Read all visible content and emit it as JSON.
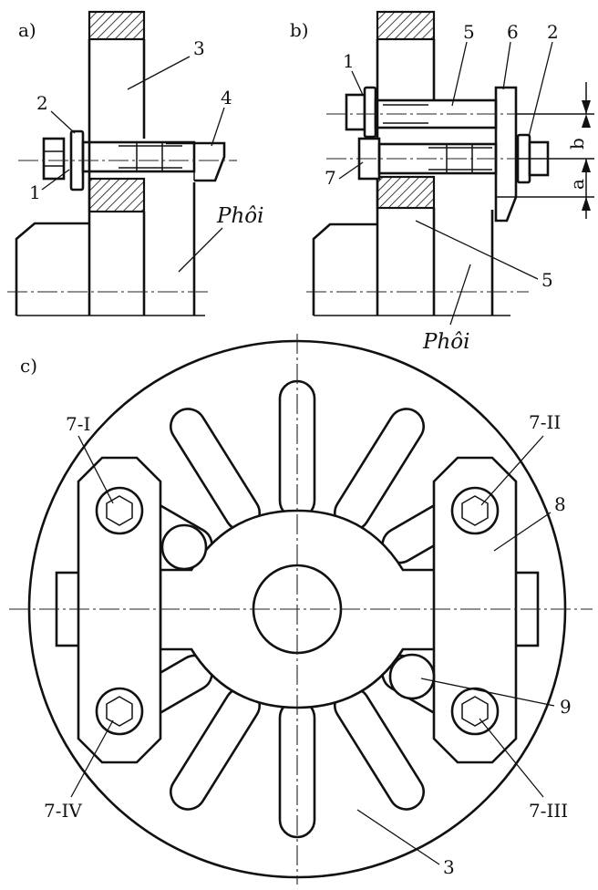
{
  "views": {
    "a": {
      "label": "a)",
      "phoi": "Phôi",
      "parts": {
        "p1": "1",
        "p2": "2",
        "p3": "3",
        "p4": "4"
      }
    },
    "b": {
      "label": "b)",
      "phoi": "Phôi",
      "parts": {
        "p1": "1",
        "p2": "2",
        "p5a": "5",
        "p5b": "5",
        "p6": "6",
        "p7": "7"
      },
      "dims": {
        "a": "a",
        "b": "b"
      }
    },
    "c": {
      "label": "c)",
      "parts": {
        "b7_1": "7-I",
        "b7_2": "7-II",
        "b7_3": "7-III",
        "b7_4": "7-IV",
        "p8": "8",
        "p9": "9",
        "p3": "3"
      }
    }
  },
  "colors": {
    "ink": "#111111",
    "paper": "#ffffff"
  }
}
